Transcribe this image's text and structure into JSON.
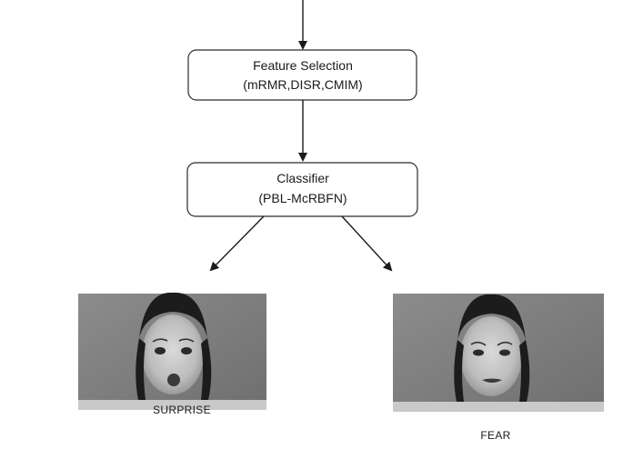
{
  "nodes": {
    "feature_selection": {
      "line1": "Feature Selection",
      "line2": "(mRMR,DISR,CMIM)"
    },
    "classifier": {
      "line1": "Classifier",
      "line2": "(PBL-McRBFN)"
    }
  },
  "outputs": [
    {
      "label": "SURPRISE",
      "image": "face-photo-surprise"
    },
    {
      "label": "FEAR",
      "image": "face-photo-fear"
    }
  ],
  "colors": {
    "line": "#1a1a1a",
    "box_border": "#2b2b2b",
    "photo_bg": "#7f7f7f"
  }
}
